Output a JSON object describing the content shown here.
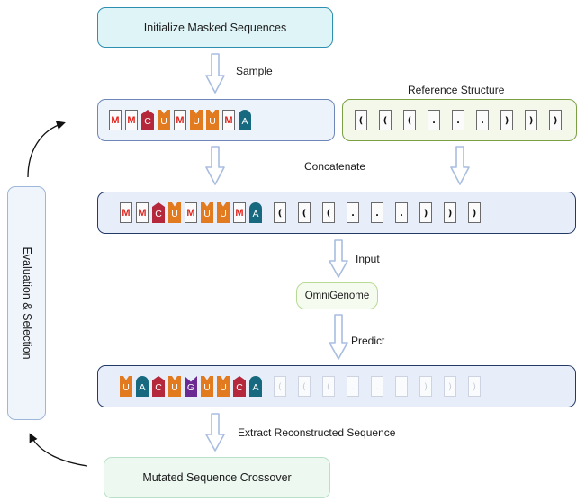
{
  "boxes": {
    "init": "Initialize Masked Sequences",
    "omni": "OmniGenome",
    "mutate": "Mutated Sequence Crossover",
    "evaluation": "Evaluation & Selection"
  },
  "labels": {
    "sample": "Sample",
    "reference": "Reference Structure",
    "concatenate": "Concatenate",
    "input": "Input",
    "predict": "Predict",
    "extract": "Extract  Reconstructed Sequence"
  },
  "sequences": {
    "masked": [
      "M",
      "M",
      "C",
      "U",
      "M",
      "U",
      "U",
      "M",
      "A"
    ],
    "reference": [
      "(",
      "(",
      "(",
      ".",
      ".",
      ".",
      ")",
      ")",
      ")"
    ],
    "predicted": [
      "U",
      "A",
      "C",
      "U",
      "G",
      "U",
      "U",
      "C",
      "A"
    ]
  },
  "colors": {
    "mask_token": "#e0261f",
    "C": "#b5273b",
    "U": "#e27a1f",
    "A": "#17697f",
    "G": "#6b2a91",
    "arrow": "#a8bde0"
  }
}
